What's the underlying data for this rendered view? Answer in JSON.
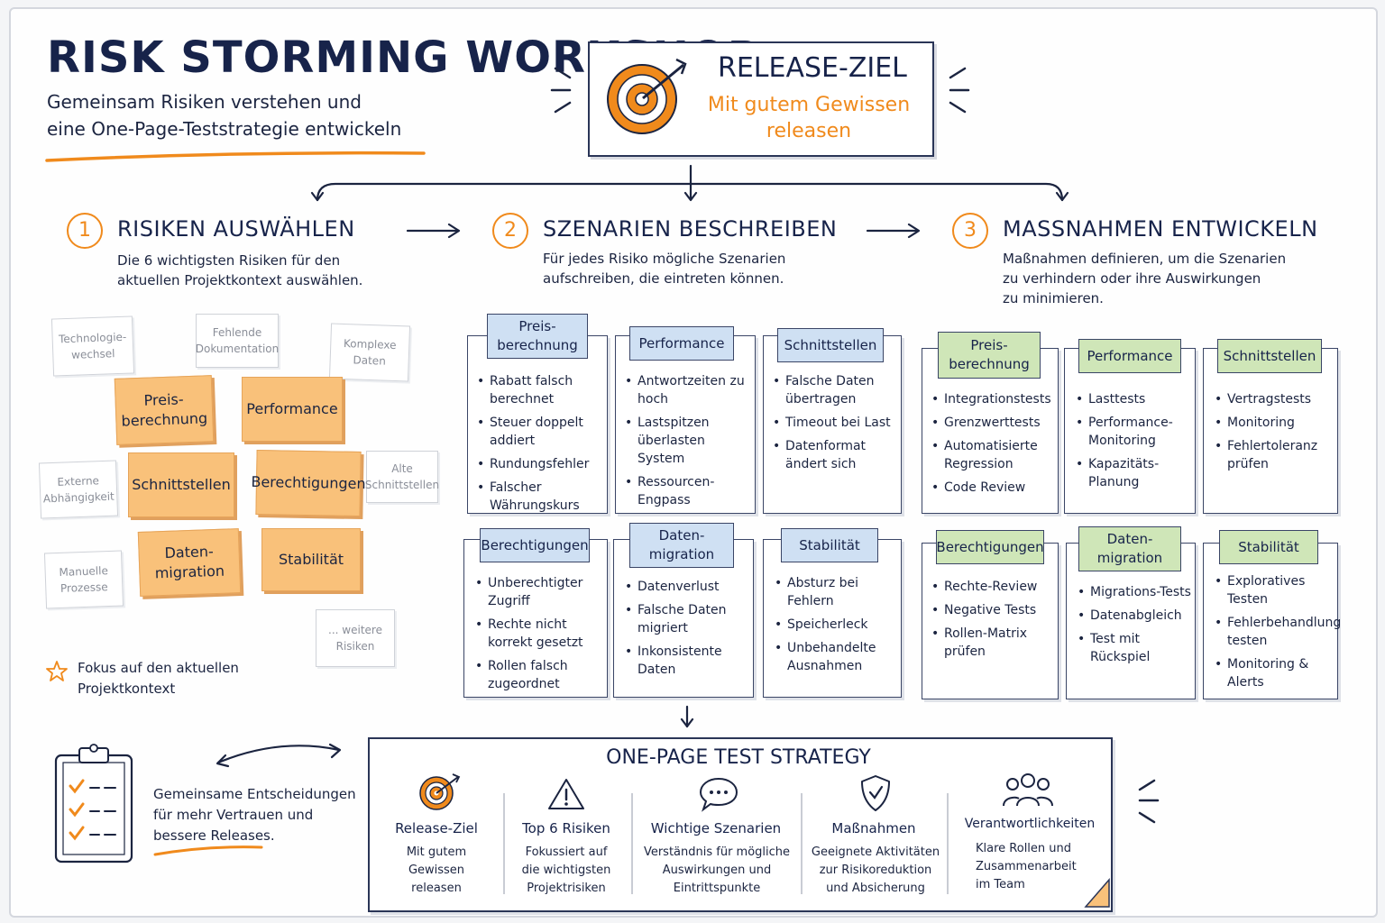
{
  "header": {
    "title": "RISK STORMING WORKSHOP",
    "subtitle_line1": "Gemeinsam Risiken verstehen und",
    "subtitle_line2": "eine One-Page-Teststrategie entwickeln"
  },
  "goal": {
    "title": "RELEASE-ZIEL",
    "sub_line1": "Mit gutem Gewissen",
    "sub_line2": "releasen"
  },
  "steps": [
    {
      "num": "1",
      "title": "RISIKEN AUSWÄHLEN",
      "desc_line1": "Die 6 wichtigsten Risiken für den",
      "desc_line2": "aktuellen Projektkontext auswählen.",
      "desc_line3": ""
    },
    {
      "num": "2",
      "title": "SZENARIEN BESCHREIBEN",
      "desc_line1": "Für jedes Risiko mögliche Szenarien",
      "desc_line2": "aufschreiben, die eintreten können.",
      "desc_line3": ""
    },
    {
      "num": "3",
      "title": "MASSNAHMEN ENTWICKELN",
      "desc_line1": "Maßnahmen definieren, um die Szenarien",
      "desc_line2": "zu verhindern oder ihre Auswirkungen",
      "desc_line3": "zu minimieren."
    }
  ],
  "risk_notes": {
    "grey": [
      {
        "l1": "Technologie-",
        "l2": "wechsel"
      },
      {
        "l1": "Fehlende",
        "l2": "Dokumentation"
      },
      {
        "l1": "Komplexe",
        "l2": "Daten"
      },
      {
        "l1": "Externe",
        "l2": "Abhängigkeit"
      },
      {
        "l1": "Alte",
        "l2": "Schnittstellen"
      },
      {
        "l1": "Manuelle",
        "l2": "Prozesse"
      },
      {
        "l1": "... weitere",
        "l2": "Risiken"
      }
    ],
    "orange": [
      {
        "l1": "Preis-",
        "l2": "berechnung"
      },
      {
        "l1": "Performance",
        "l2": ""
      },
      {
        "l1": "Schnittstellen",
        "l2": ""
      },
      {
        "l1": "Berechtigungen",
        "l2": ""
      },
      {
        "l1": "Daten-",
        "l2": "migration"
      },
      {
        "l1": "Stabilität",
        "l2": ""
      }
    ],
    "focus_line1": "Fokus auf den aktuellen",
    "focus_line2": "Projektkontext"
  },
  "scenarios": [
    {
      "tab1": "Preis-",
      "tab2": "berechnung",
      "items": [
        "Rabatt falsch berechnet",
        "Steuer doppelt addiert",
        "Rundungsfehler",
        "Falscher Währungskurs"
      ]
    },
    {
      "tab1": "Performance",
      "tab2": "",
      "items": [
        "Antwortzeiten zu hoch",
        "Lastspitzen überlasten System",
        "Ressourcen-Engpass"
      ]
    },
    {
      "tab1": "Schnittstellen",
      "tab2": "",
      "items": [
        "Falsche Daten übertragen",
        "Timeout bei Last",
        "Datenformat ändert sich"
      ]
    },
    {
      "tab1": "Berechtigungen",
      "tab2": "",
      "items": [
        "Unberechtigter Zugriff",
        "Rechte nicht korrekt gesetzt",
        "Rollen falsch zugeordnet"
      ]
    },
    {
      "tab1": "Daten-",
      "tab2": "migration",
      "items": [
        "Datenverlust",
        "Falsche Daten migriert",
        "Inkonsistente Daten"
      ]
    },
    {
      "tab1": "Stabilität",
      "tab2": "",
      "items": [
        "Absturz bei Fehlern",
        "Speicherleck",
        "Unbehandelte Ausnahmen"
      ]
    }
  ],
  "measures": [
    {
      "tab1": "Preis-",
      "tab2": "berechnung",
      "items": [
        "Integrationstests",
        "Grenzwerttests",
        "Automatisierte Regression",
        "Code Review"
      ]
    },
    {
      "tab1": "Performance",
      "tab2": "",
      "items": [
        "Lasttests",
        "Performance-Monitoring",
        "Kapazitäts-Planung"
      ]
    },
    {
      "tab1": "Schnittstellen",
      "tab2": "",
      "items": [
        "Vertragstests",
        "Monitoring",
        "Fehlertoleranz prüfen"
      ]
    },
    {
      "tab1": "Berechtigungen",
      "tab2": "",
      "items": [
        "Rechte-Review",
        "Negative Tests",
        "Rollen-Matrix prüfen"
      ]
    },
    {
      "tab1": "Daten-",
      "tab2": "migration",
      "items": [
        "Migrations-Tests",
        "Datenabgleich",
        "Test mit Rückspiel"
      ]
    },
    {
      "tab1": "Stabilität",
      "tab2": "",
      "items": [
        "Exploratives Testen",
        "Fehlerbehandlung testen",
        "Monitoring & Alerts"
      ]
    }
  ],
  "checklist": {
    "line1": "Gemeinsame Entscheidungen",
    "line2": "für mehr Vertrauen und",
    "line3": "bessere Releases."
  },
  "strategy": {
    "title": "ONE-PAGE TEST STRATEGY",
    "columns": [
      {
        "icon": "target-icon",
        "title": "Release-Ziel",
        "d1": "Mit gutem",
        "d2": "Gewissen",
        "d3": "releasen"
      },
      {
        "icon": "warning-icon",
        "title": "Top 6 Risiken",
        "d1": "Fokussiert auf",
        "d2": "die wichtigsten",
        "d3": "Projektrisiken"
      },
      {
        "icon": "chat-icon",
        "title": "Wichtige Szenarien",
        "d1": "Verständnis für mögliche",
        "d2": "Auswirkungen und",
        "d3": "Eintrittspunkte"
      },
      {
        "icon": "shield-icon",
        "title": "Maßnahmen",
        "d1": "Geeignete Aktivitäten",
        "d2": "zur Risikoreduktion",
        "d3": "und Absicherung"
      },
      {
        "icon": "team-icon",
        "title": "Verantwortlichkeiten",
        "d1": "Klare Rollen und",
        "d2": "Zusammenarbeit",
        "d3": "im Team"
      }
    ]
  },
  "colors": {
    "accent": "#f08a1c",
    "ink": "#17234a",
    "blue_tab": "#cfe0f3",
    "green_tab": "#cfe6b8",
    "sticky_orange": "#f9c17a"
  }
}
